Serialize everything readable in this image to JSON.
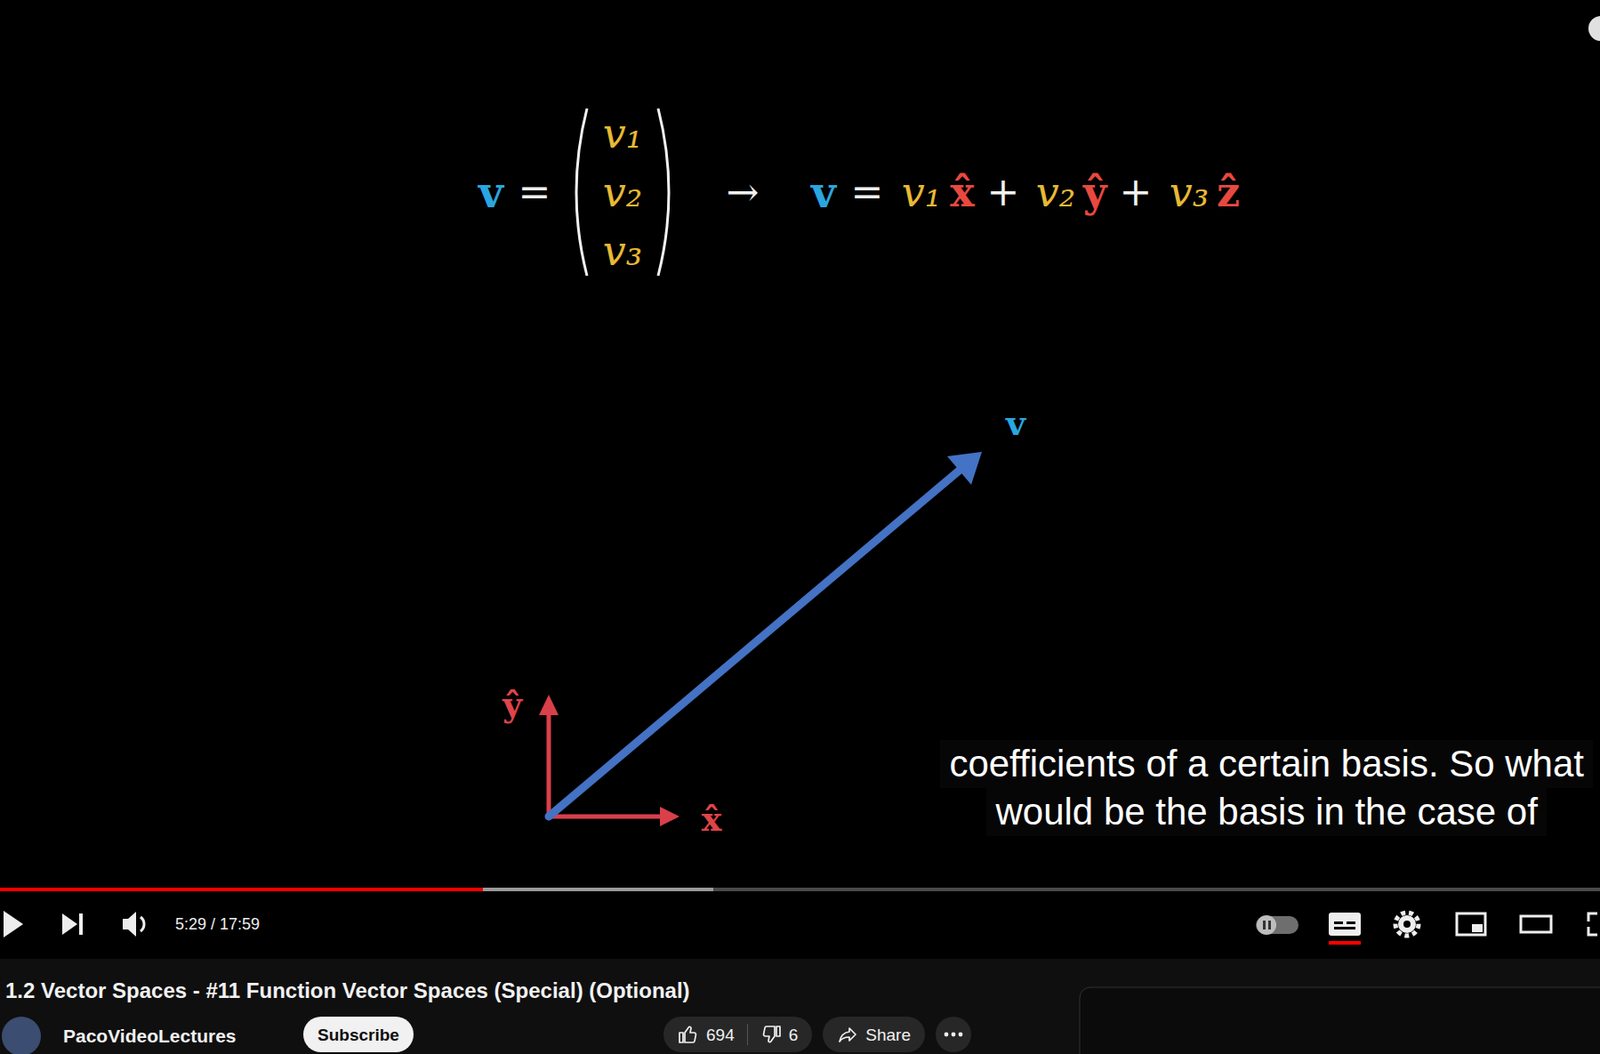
{
  "diagram": {
    "title": "1.2 Vector Spaces - #11 Function Vector Spaces (Special) (Optional)",
    "nodes": [
      {
        "text": [
          "Subscribe"
        ]
      },
      {
        "text": [
          "694",
          "6"
        ]
      },
      {
        "text": [
          "Share"
        ]
      }
    ],
    "labels": [
      "v",
      "=",
      "v₁",
      "v₂",
      "v₃",
      "→",
      "v",
      "=",
      "v₁",
      "x̂",
      "+",
      "v₂",
      "ŷ",
      "+",
      "v₃",
      "ẑ",
      "v",
      "ŷ",
      "x̂",
      "coefficients of a certain basis. So what",
      "would be the basis in the case of",
      "5:29 / 17:59",
      "PacoVideoLectures"
    ]
  }
}
